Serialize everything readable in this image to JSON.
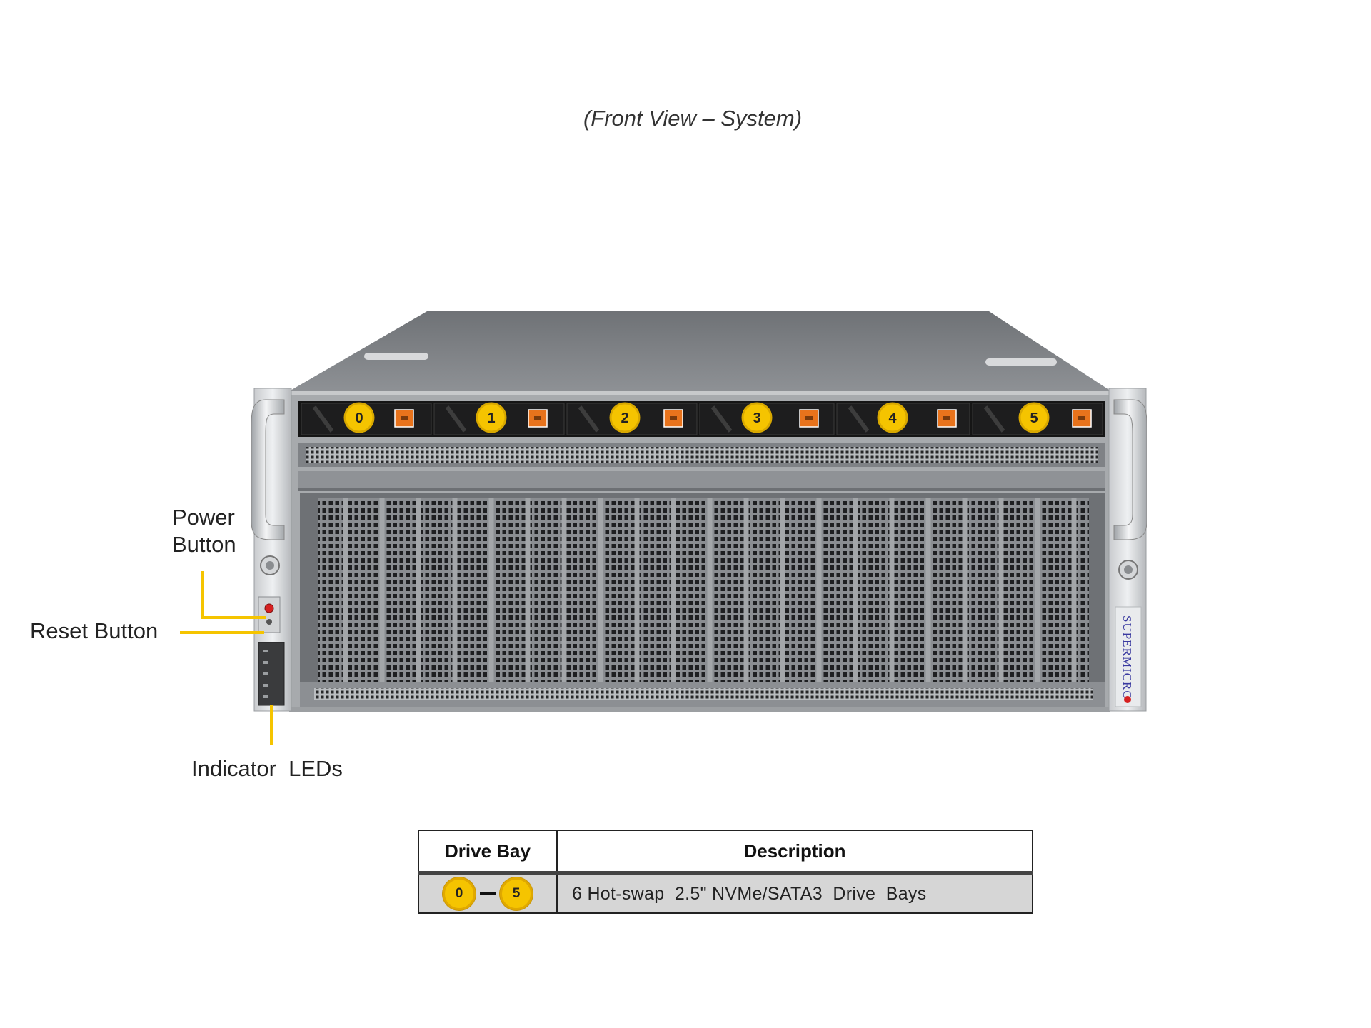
{
  "title": "(Front View – System)",
  "callouts": {
    "power": "Power\nButton",
    "reset": "Reset Button",
    "leds": "Indicator  LEDs"
  },
  "drive_bays": [
    "0",
    "1",
    "2",
    "3",
    "4",
    "5"
  ],
  "brand": "SUPERMICRO",
  "colors": {
    "badge": "#f5c400",
    "callout_line": "#f5c400",
    "latch": "#e8731c"
  },
  "table": {
    "headers": [
      "Drive Bay",
      "Description"
    ],
    "rows": [
      {
        "bay_from": "0",
        "bay_to": "5",
        "description": "6 Hot-swap  2.5\" NVMe/SATA3  Drive  Bays"
      }
    ]
  }
}
